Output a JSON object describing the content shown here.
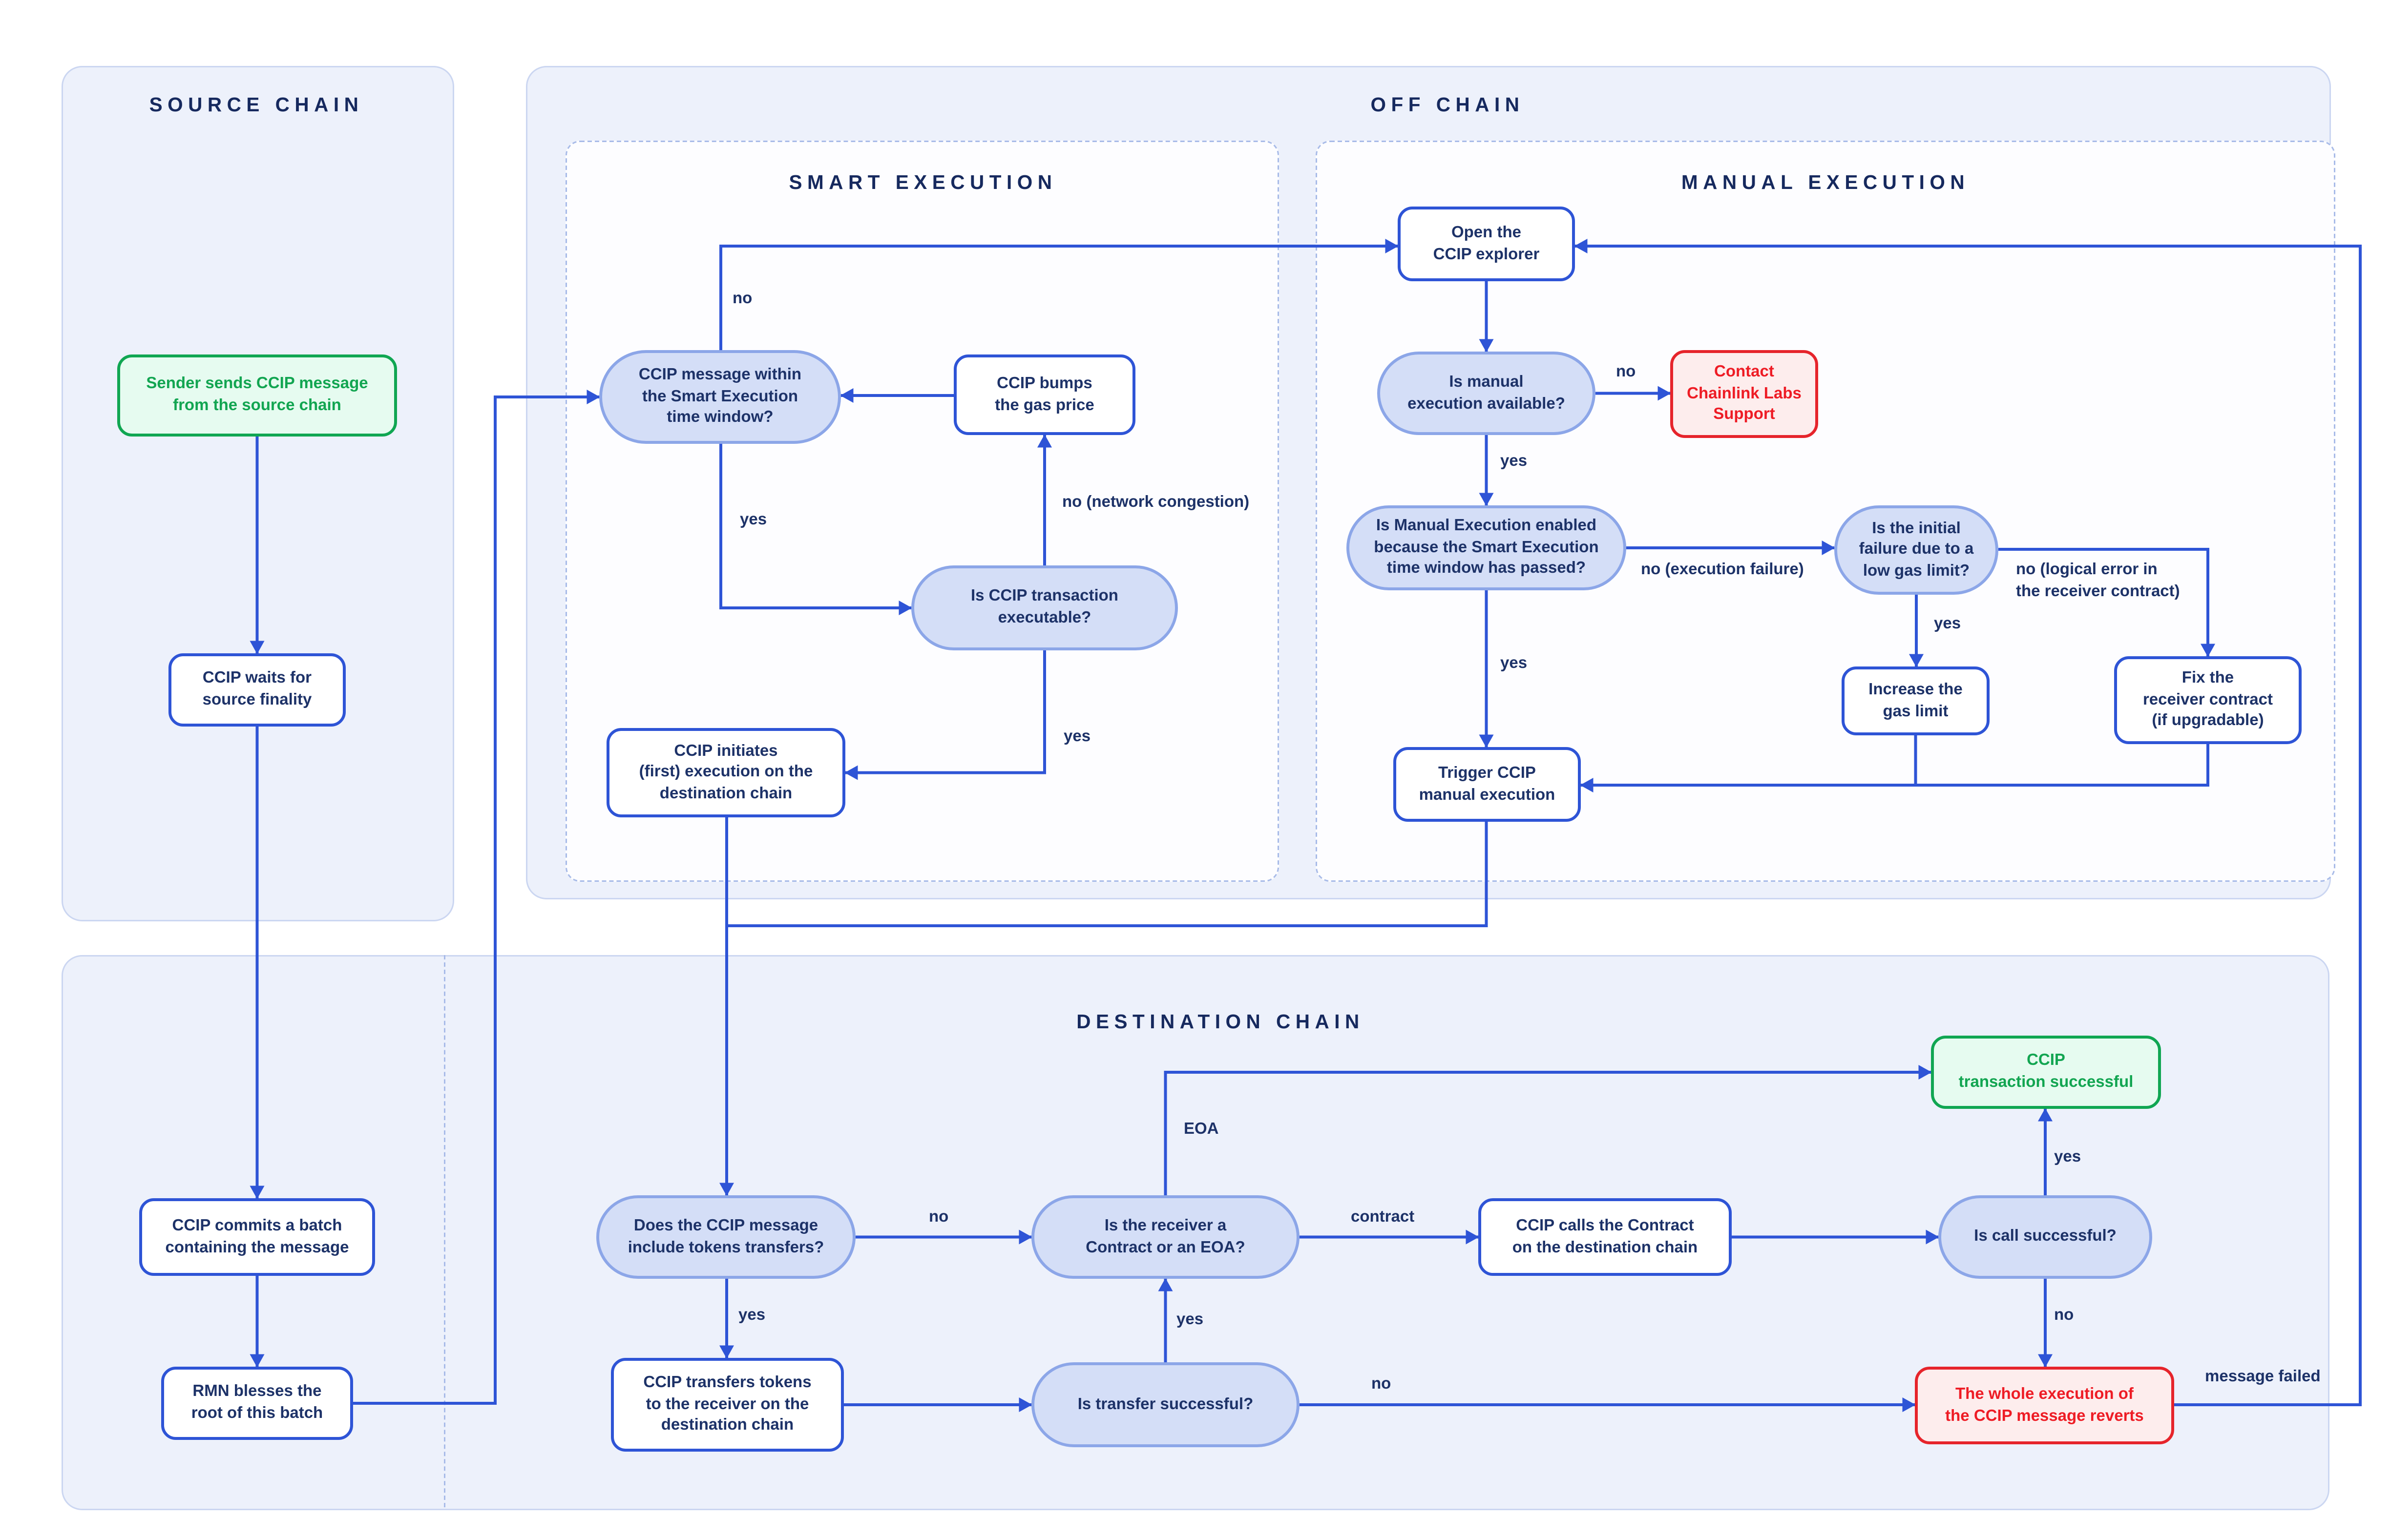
{
  "panels": {
    "source_chain": {
      "title": "SOURCE CHAIN"
    },
    "off_chain": {
      "title": "OFF CHAIN"
    },
    "smart_execution": {
      "title": "SMART EXECUTION"
    },
    "manual_execution": {
      "title": "MANUAL EXECUTION"
    },
    "destination_chain": {
      "title": "DESTINATION CHAIN"
    }
  },
  "nodes": {
    "sender_sends": {
      "kind": "start",
      "text": "Sender sends CCIP message\nfrom the source chain"
    },
    "ccip_waits": {
      "kind": "process",
      "text": "CCIP waits for\nsource finality"
    },
    "ccip_commits": {
      "kind": "process",
      "text": "CCIP commits a batch\ncontaining the message"
    },
    "rmn_blesses": {
      "kind": "process",
      "text": "RMN blesses the\nroot of this batch"
    },
    "msg_within_window": {
      "kind": "decision",
      "text": "CCIP message within\nthe Smart Execution\ntime window?"
    },
    "ccip_bumps": {
      "kind": "process",
      "text": "CCIP bumps\nthe gas price"
    },
    "tx_executable": {
      "kind": "decision",
      "text": "Is CCIP transaction\nexecutable?"
    },
    "ccip_initiates": {
      "kind": "process",
      "text": "CCIP initiates\n(first) execution on the\ndestination chain"
    },
    "open_explorer": {
      "kind": "process",
      "text": "Open the\nCCIP explorer"
    },
    "manual_available": {
      "kind": "decision",
      "text": "Is manual\nexecution available?"
    },
    "contact_support": {
      "kind": "error",
      "text": "Contact\nChainlink Labs\nSupport"
    },
    "manual_enabled": {
      "kind": "decision",
      "text": "Is Manual Execution enabled\nbecause the Smart Execution\ntime window has passed?"
    },
    "low_gas_limit": {
      "kind": "decision",
      "text": "Is the initial\nfailure due to a\nlow gas limit?"
    },
    "increase_gas": {
      "kind": "process",
      "text": "Increase the\ngas limit"
    },
    "fix_receiver": {
      "kind": "process",
      "text": "Fix the\nreceiver contract\n(if upgradable)"
    },
    "trigger_manual": {
      "kind": "process",
      "text": "Trigger CCIP\nmanual execution"
    },
    "includes_tokens": {
      "kind": "decision",
      "text": "Does the CCIP message\ninclude tokens transfers?"
    },
    "contract_or_eoa": {
      "kind": "decision",
      "text": "Is the receiver a\nContract or an EOA?"
    },
    "ccip_calls": {
      "kind": "process",
      "text": "CCIP calls the Contract\non the destination chain"
    },
    "call_successful": {
      "kind": "decision",
      "text": "Is call successful?"
    },
    "tx_successful": {
      "kind": "success",
      "text": "CCIP\ntransaction successful"
    },
    "ccip_transfers": {
      "kind": "process",
      "text": "CCIP transfers tokens\nto the receiver on the\ndestination chain"
    },
    "transfer_success": {
      "kind": "decision",
      "text": "Is transfer successful?"
    },
    "execution_reverts": {
      "kind": "error",
      "text": "The whole execution of\nthe CCIP message reverts"
    }
  },
  "edge_labels": {
    "window_no": "no",
    "window_yes": "yes",
    "congestion_no": "no (network congestion)",
    "executable_yes": "yes",
    "manual_no": "no",
    "manual_yes": "yes",
    "exec_failure_no": "no (execution failure)",
    "enabled_yes": "yes",
    "gas_yes": "yes",
    "logical_no": "no (logical error in\nthe receiver contract)",
    "eoa": "EOA",
    "tokens_no": "no",
    "tokens_yes": "yes",
    "contract": "contract",
    "transfer_yes": "yes",
    "transfer_no": "no",
    "call_yes": "yes",
    "call_no": "no",
    "message_failed": "message failed"
  },
  "colors": {
    "connector_blue": "#2e54d6",
    "navy_text": "#1d3268",
    "pill_fill": "#d4def7",
    "pill_border": "#8ca6e8",
    "panel_fill": "#edf1fb",
    "success_green": "#10a652",
    "error_red": "#e6242b"
  }
}
